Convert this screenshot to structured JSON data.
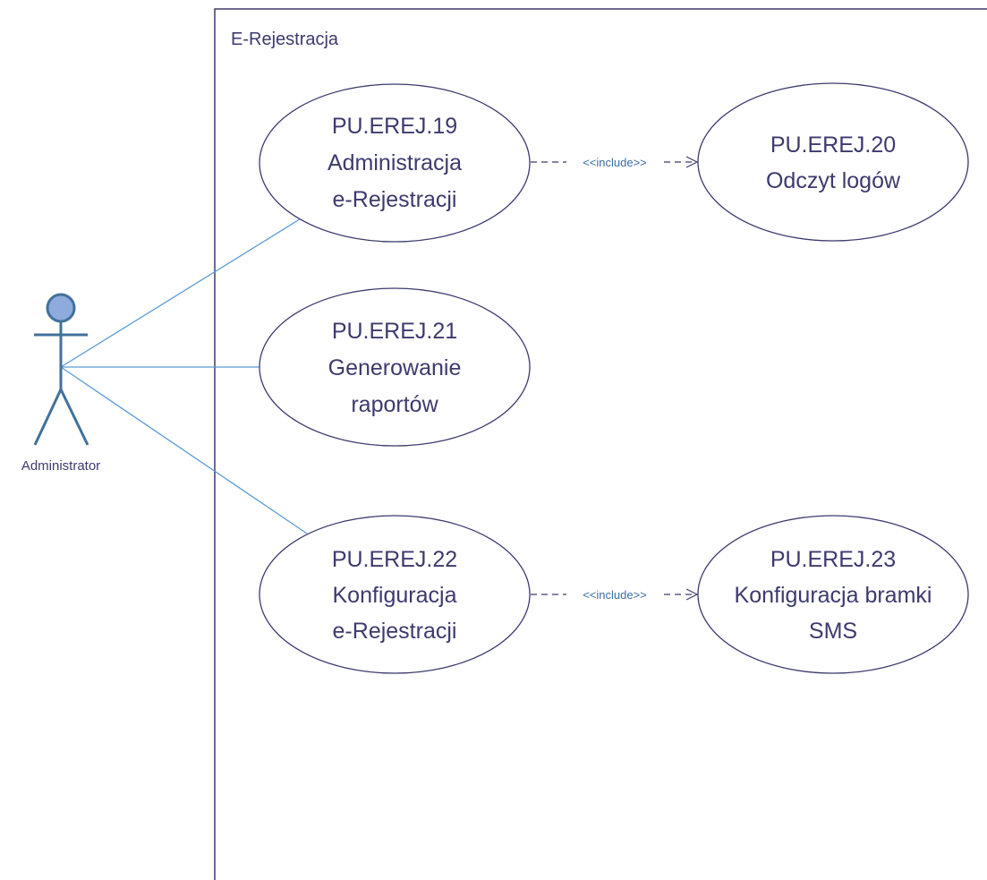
{
  "system": {
    "title": "E-Rejestracja"
  },
  "actor": {
    "name": "Administrator"
  },
  "use_cases": [
    {
      "id": "uc19",
      "lines": [
        "PU.EREJ.19",
        "Administracja",
        "e-Rejestracji"
      ]
    },
    {
      "id": "uc20",
      "lines": [
        "PU.EREJ.20",
        "Odczyt logów"
      ]
    },
    {
      "id": "uc21",
      "lines": [
        "PU.EREJ.21",
        "Generowanie",
        "raportów"
      ]
    },
    {
      "id": "uc22",
      "lines": [
        "PU.EREJ.22",
        "Konfiguracja",
        "e-Rejestracji"
      ]
    },
    {
      "id": "uc23",
      "lines": [
        "PU.EREJ.23",
        "Konfiguracja bramki",
        "SMS"
      ]
    }
  ],
  "relations": [
    {
      "label": "<<include>>"
    },
    {
      "label": "<<include>>"
    }
  ],
  "colors": {
    "ellipse_stroke": "#3d3a6e",
    "boundary_stroke": "#3d3a6e",
    "association": "#5b9bd5",
    "actor_stroke": "#41719c",
    "actor_head_fill": "#8faadc"
  }
}
